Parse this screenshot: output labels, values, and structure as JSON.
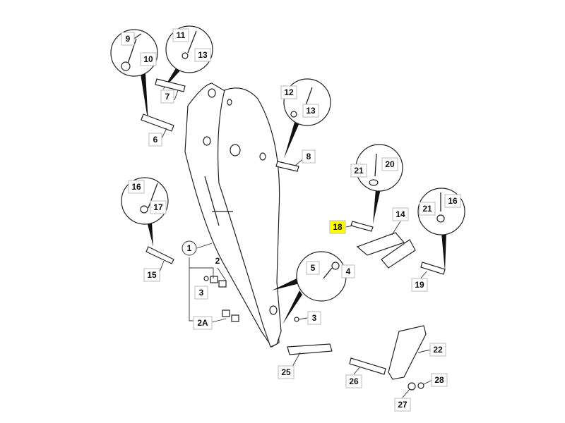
{
  "diagram": {
    "highlight_color": "#ffff00",
    "callouts": [
      {
        "id": "c9",
        "text": "9"
      },
      {
        "id": "c10",
        "text": "10"
      },
      {
        "id": "c11",
        "text": "11"
      },
      {
        "id": "c13a",
        "text": "13"
      },
      {
        "id": "c7",
        "text": "7"
      },
      {
        "id": "c6",
        "text": "6"
      },
      {
        "id": "c12",
        "text": "12"
      },
      {
        "id": "c13b",
        "text": "13"
      },
      {
        "id": "c8",
        "text": "8"
      },
      {
        "id": "c16a",
        "text": "16"
      },
      {
        "id": "c17",
        "text": "17"
      },
      {
        "id": "c15",
        "text": "15"
      },
      {
        "id": "c1",
        "text": "1"
      },
      {
        "id": "c2",
        "text": "2"
      },
      {
        "id": "c3a",
        "text": "3"
      },
      {
        "id": "c2A",
        "text": "2A"
      },
      {
        "id": "c5",
        "text": "5"
      },
      {
        "id": "c4",
        "text": "4"
      },
      {
        "id": "c3b",
        "text": "3"
      },
      {
        "id": "c25",
        "text": "25"
      },
      {
        "id": "c26",
        "text": "26"
      },
      {
        "id": "c22",
        "text": "22"
      },
      {
        "id": "c27",
        "text": "27"
      },
      {
        "id": "c28",
        "text": "28"
      },
      {
        "id": "c18",
        "text": "18",
        "highlighted": true
      },
      {
        "id": "c14",
        "text": "14"
      },
      {
        "id": "c21a",
        "text": "21"
      },
      {
        "id": "c20",
        "text": "20"
      },
      {
        "id": "c21b",
        "text": "21"
      },
      {
        "id": "c16b",
        "text": "16"
      },
      {
        "id": "c19",
        "text": "19"
      }
    ]
  }
}
